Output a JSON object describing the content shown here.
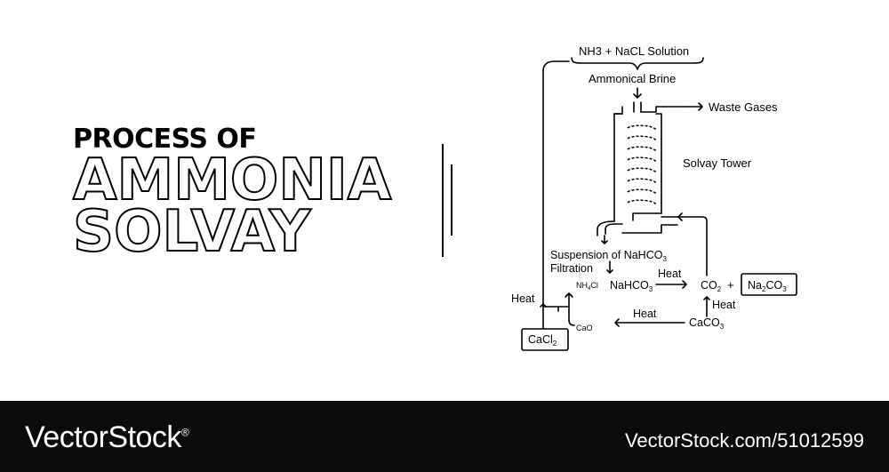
{
  "title": {
    "line1": "PROCESS OF",
    "line2": "AMMONIA",
    "line3": "SOLVAY"
  },
  "diagram": {
    "feed_label": "NH3 + NaCL Solution",
    "brine_label": "Ammonical Brine",
    "waste_label": "Waste Gases",
    "tower_label": "Solvay Tower",
    "suspension_label": "Suspension of NaHCO",
    "suspension_sub": "3",
    "filtration_label": "Filtration",
    "nahco3_main": "NaHCO",
    "nahco3_sub": "3",
    "heat_1": "Heat",
    "co2_main": "CO",
    "co2_sub": "2",
    "plus": "+",
    "na2co3_a": "Na",
    "na2co3_b": "2",
    "na2co3_c": "CO",
    "na2co3_d": "3",
    "heat_2": "Heat",
    "caco3_main": "CaCO",
    "caco3_sub": "3",
    "heat_3": "Heat",
    "cao_label": "CaO",
    "nh4cl_a": "NH",
    "nh4cl_b": "4",
    "nh4cl_c": "Cl",
    "heat_left": "Heat",
    "cacl2_main": "CaCl",
    "cacl2_sub": "2"
  },
  "footer": {
    "brand": "VectorStock",
    "registered": "®",
    "url": "VectorStock.com/51012599"
  },
  "colors": {
    "ink": "#000000",
    "background": "#ffffff",
    "footer_bg": "#0b0b0b",
    "footer_text": "#ffffff"
  }
}
